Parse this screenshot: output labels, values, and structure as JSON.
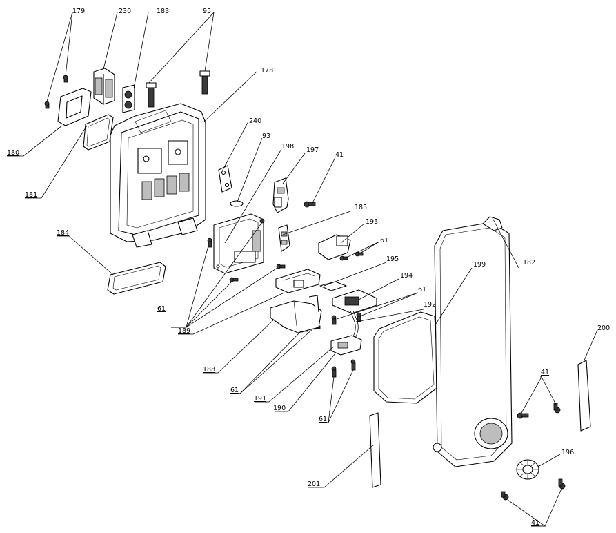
{
  "diagram": {
    "callouts": [
      {
        "id": "c179",
        "text": "179"
      },
      {
        "id": "c230",
        "text": "230"
      },
      {
        "id": "c183",
        "text": "183"
      },
      {
        "id": "c95",
        "text": "95"
      },
      {
        "id": "c178",
        "text": "178"
      },
      {
        "id": "c180",
        "text": "180"
      },
      {
        "id": "c181",
        "text": "181"
      },
      {
        "id": "c240",
        "text": "240"
      },
      {
        "id": "c93",
        "text": "93"
      },
      {
        "id": "c198",
        "text": "198"
      },
      {
        "id": "c197",
        "text": "197"
      },
      {
        "id": "c41a",
        "text": "41"
      },
      {
        "id": "c185",
        "text": "185"
      },
      {
        "id": "c193",
        "text": "193"
      },
      {
        "id": "c61a",
        "text": "61"
      },
      {
        "id": "c184",
        "text": "184"
      },
      {
        "id": "c195",
        "text": "195"
      },
      {
        "id": "c199",
        "text": "199"
      },
      {
        "id": "c182",
        "text": "182"
      },
      {
        "id": "c194",
        "text": "194"
      },
      {
        "id": "c61b",
        "text": "61"
      },
      {
        "id": "c192",
        "text": "192"
      },
      {
        "id": "c61c",
        "text": "61"
      },
      {
        "id": "c189",
        "text": "189"
      },
      {
        "id": "c200",
        "text": "200"
      },
      {
        "id": "c188",
        "text": "188"
      },
      {
        "id": "c41b",
        "text": "41"
      },
      {
        "id": "c61d",
        "text": "61"
      },
      {
        "id": "c191",
        "text": "191"
      },
      {
        "id": "c190",
        "text": "190"
      },
      {
        "id": "c61e",
        "text": "61"
      },
      {
        "id": "c196",
        "text": "196"
      },
      {
        "id": "c201",
        "text": "201"
      },
      {
        "id": "c41c",
        "text": "41"
      }
    ]
  }
}
